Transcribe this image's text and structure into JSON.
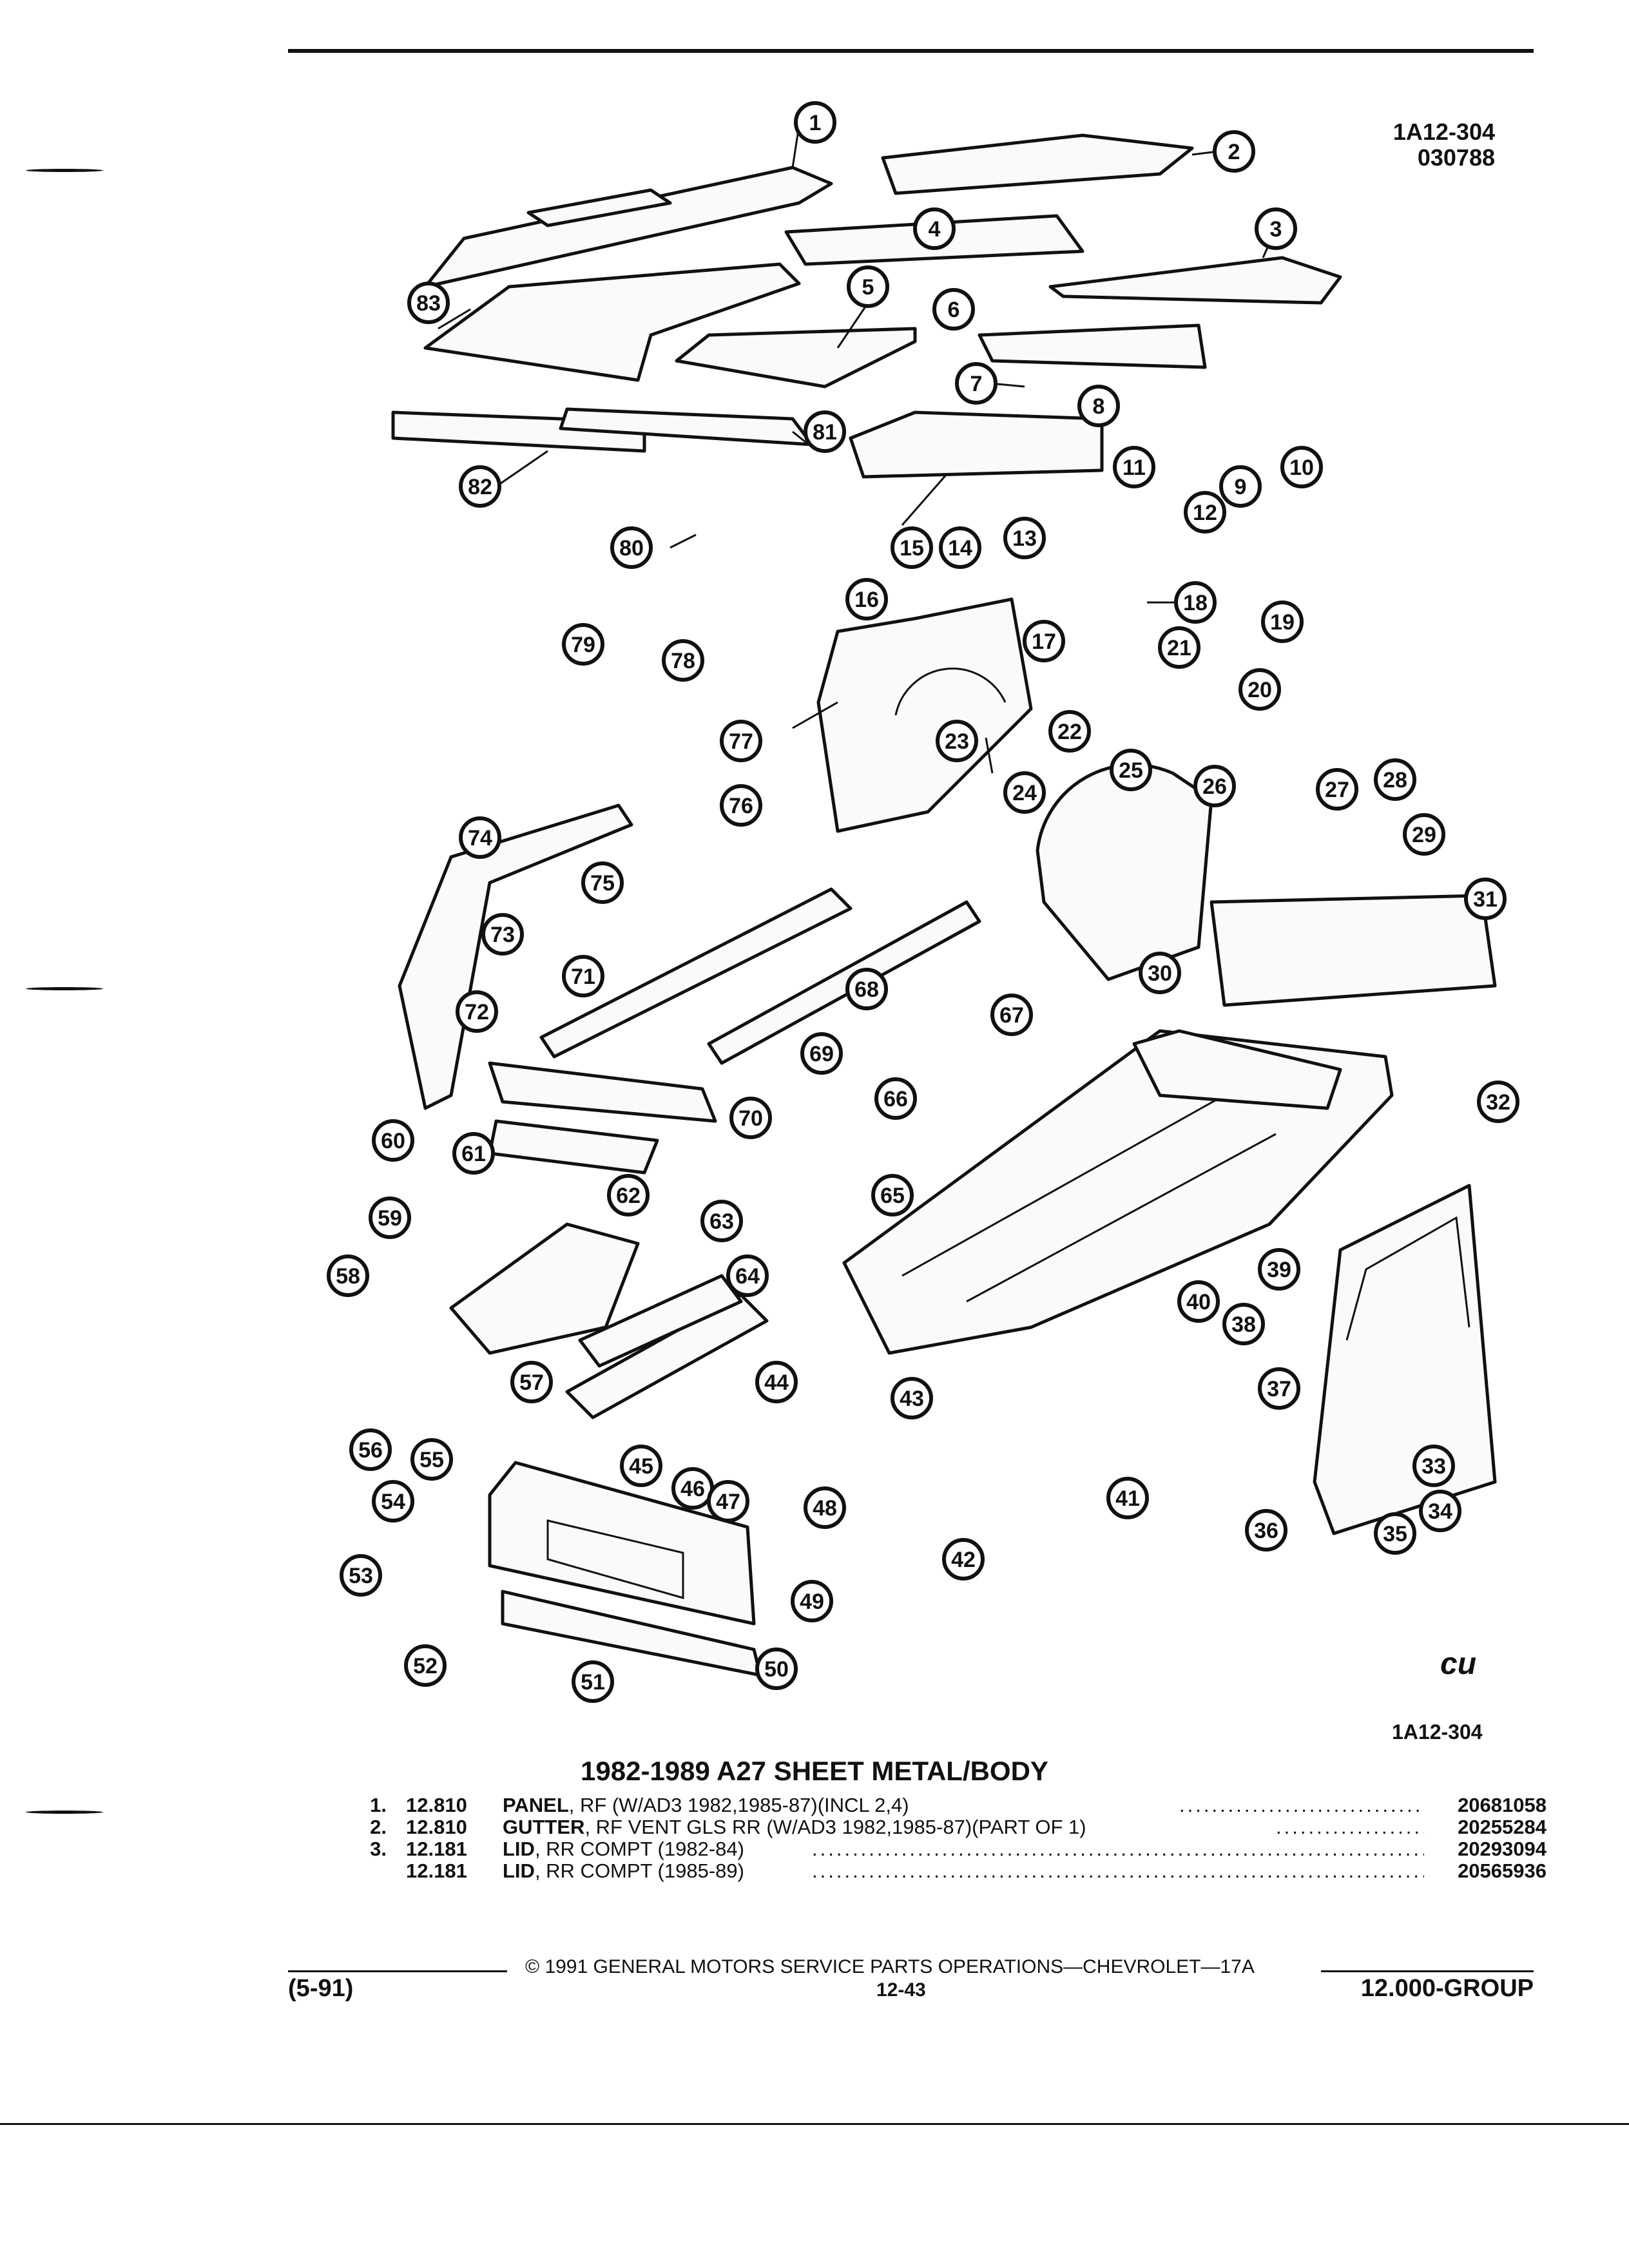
{
  "header": {
    "figure_code": "1A12-304",
    "sub_code": "030788"
  },
  "diagram": {
    "bottom_code": "1A12-304",
    "logo": "cu",
    "callouts": [
      "1",
      "2",
      "3",
      "4",
      "5",
      "6",
      "7",
      "8",
      "9",
      "10",
      "11",
      "12",
      "13",
      "14",
      "15",
      "16",
      "17",
      "18",
      "19",
      "20",
      "21",
      "22",
      "23",
      "24",
      "25",
      "26",
      "27",
      "28",
      "29",
      "30",
      "31",
      "32",
      "33",
      "34",
      "35",
      "36",
      "37",
      "38",
      "39",
      "40",
      "41",
      "42",
      "43",
      "44",
      "45",
      "46",
      "47",
      "48",
      "49",
      "50",
      "51",
      "52",
      "53",
      "54",
      "55",
      "56",
      "57",
      "58",
      "59",
      "60",
      "61",
      "62",
      "63",
      "64",
      "65",
      "66",
      "67",
      "68",
      "69",
      "70",
      "71",
      "72",
      "73",
      "74",
      "75",
      "76",
      "77",
      "78",
      "79",
      "80",
      "81",
      "82",
      "83"
    ]
  },
  "parts_table": {
    "title": "1982-1989 A27 SHEET METAL/BODY",
    "rows": [
      {
        "no": "1.",
        "group": "12.810",
        "name": "PANEL",
        "desc": ", RF (W/AD3 1982,1985-87)(INCL 2,4)",
        "part": "20681058"
      },
      {
        "no": "2.",
        "group": "12.810",
        "name": "GUTTER",
        "desc": ", RF VENT GLS RR (W/AD3 1982,1985-87)(PART OF 1)",
        "part": "20255284"
      },
      {
        "no": "3.",
        "group": "12.181",
        "name": "LID",
        "desc": ", RR COMPT (1982-84)",
        "part": "20293094"
      },
      {
        "no": "",
        "group": "12.181",
        "name": "LID",
        "desc": ", RR COMPT (1985-89)",
        "part": "20565936"
      }
    ]
  },
  "footer": {
    "copyright": "© 1991 GENERAL MOTORS SERVICE PARTS OPERATIONS—CHEVROLET—17A",
    "date": "(5-91)",
    "page": "12-43",
    "group": "12.000-GROUP"
  }
}
